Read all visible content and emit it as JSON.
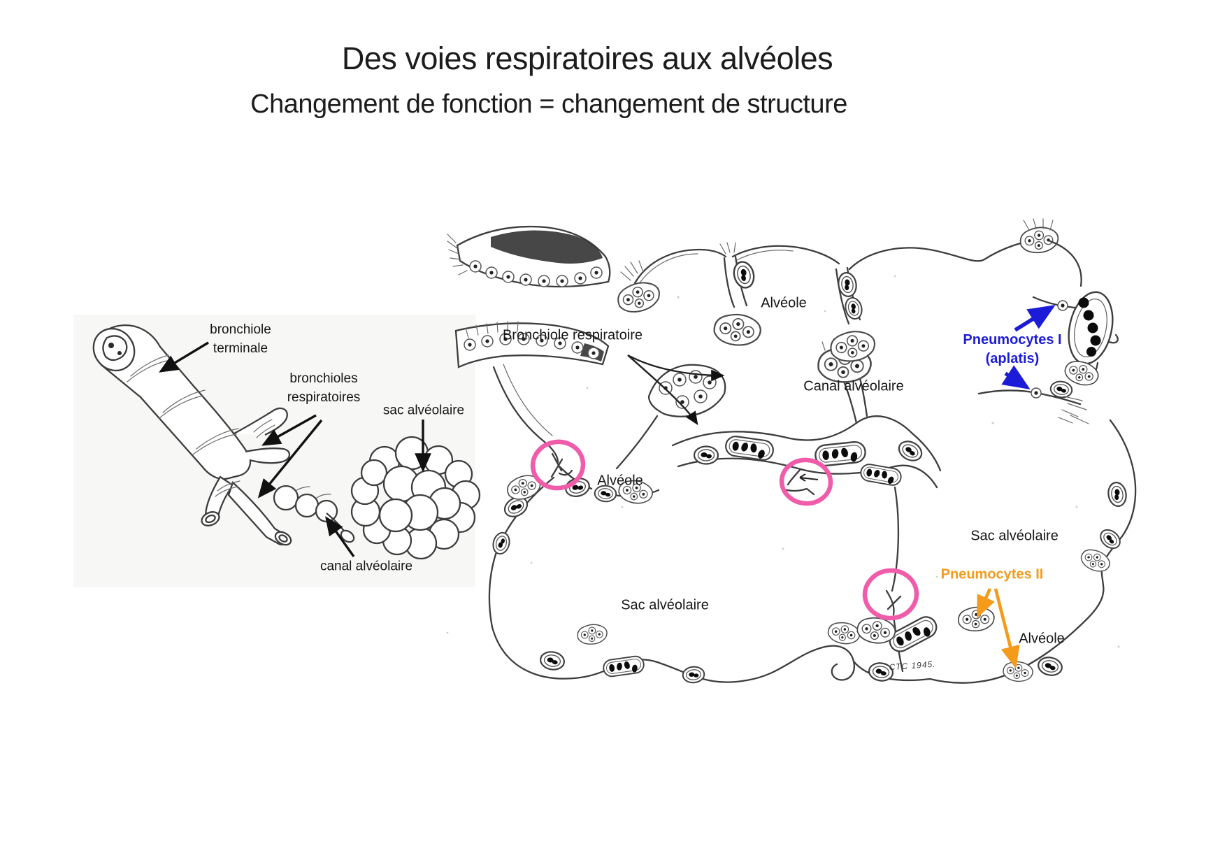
{
  "slide": {
    "title": "Des voies respiratoires aux alvéoles",
    "subtitle": "Changement de fonction = changement de structure"
  },
  "colors": {
    "pneumocytes_i_blue": "#1c1cd8",
    "pneumocytes_ii_orange": "#f49b1b",
    "highlight_circle_pink": "#f05ca9",
    "drawing_ink": "#3d3d3d"
  },
  "left_figure": {
    "labels": {
      "bronchiole_terminale": {
        "line1": "bronchiole",
        "line2": "terminale"
      },
      "bronchioles_respiratoires": {
        "line1": "bronchioles",
        "line2": "respiratoires"
      },
      "sac_alveolaire": {
        "text": "sac alvéolaire"
      },
      "canal_alveolaire": {
        "text": "canal alvéolaire"
      }
    }
  },
  "right_figure": {
    "labels": {
      "bronchiole_respiratoire": {
        "text": "Bronchiole respiratoire"
      },
      "alveole_top": {
        "text": "Alvéole"
      },
      "canal_alveolaire": {
        "text": "Canal alvéolaire"
      },
      "alveole_middle": {
        "text": "Alvéole"
      },
      "sac_alveolaire_bottom": {
        "text": "Sac alvéolaire"
      },
      "sac_alveolaire_right": {
        "text": "Sac alvéolaire"
      },
      "alveole_bottom_right": {
        "text": "Alvéole"
      },
      "pneumocytes_i": {
        "line1": "Pneumocytes I",
        "line2": "(aplatis)"
      },
      "pneumocytes_ii": {
        "text": "Pneumocytes II"
      },
      "signature": {
        "text": "CTC 1945."
      }
    }
  }
}
